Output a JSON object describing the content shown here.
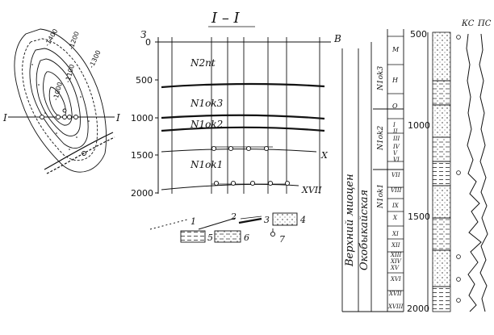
{
  "section_title": "I – I",
  "map": {
    "line_label_left": "I",
    "line_label_right": "I",
    "contour_labels": [
      "-1400",
      "-1200",
      "-1000",
      "-1100",
      "-1300"
    ]
  },
  "section": {
    "left_label": "З",
    "right_label": "В",
    "depth_ticks": [
      "0",
      "500",
      "1000",
      "1500",
      "2000"
    ],
    "units": [
      "N2nt",
      "N1ok3",
      "N1ok2",
      "N1ok1"
    ],
    "horizons": [
      "X",
      "XVII"
    ]
  },
  "legend": {
    "numbers": [
      "1",
      "2",
      "3",
      "4",
      "5",
      "6",
      "7"
    ]
  },
  "log": {
    "age_label": "Верхний миоцен",
    "suite_label": "Окобыкайская",
    "sub_labels": [
      "N1ok3",
      "N1ok2",
      "N1ok1"
    ],
    "layers": [
      "М",
      "Н",
      "О",
      "I",
      "II",
      "III",
      "IV",
      "V",
      "VI",
      "VII",
      "VIII",
      "IX",
      "X",
      "XI",
      "XII",
      "XIII",
      "XIV",
      "XV",
      "XVI",
      "XVII",
      "XVIII"
    ],
    "depth_ticks": [
      "500",
      "1000",
      "1500",
      "2000"
    ],
    "curve_labels": [
      "КС",
      "ПС"
    ]
  }
}
